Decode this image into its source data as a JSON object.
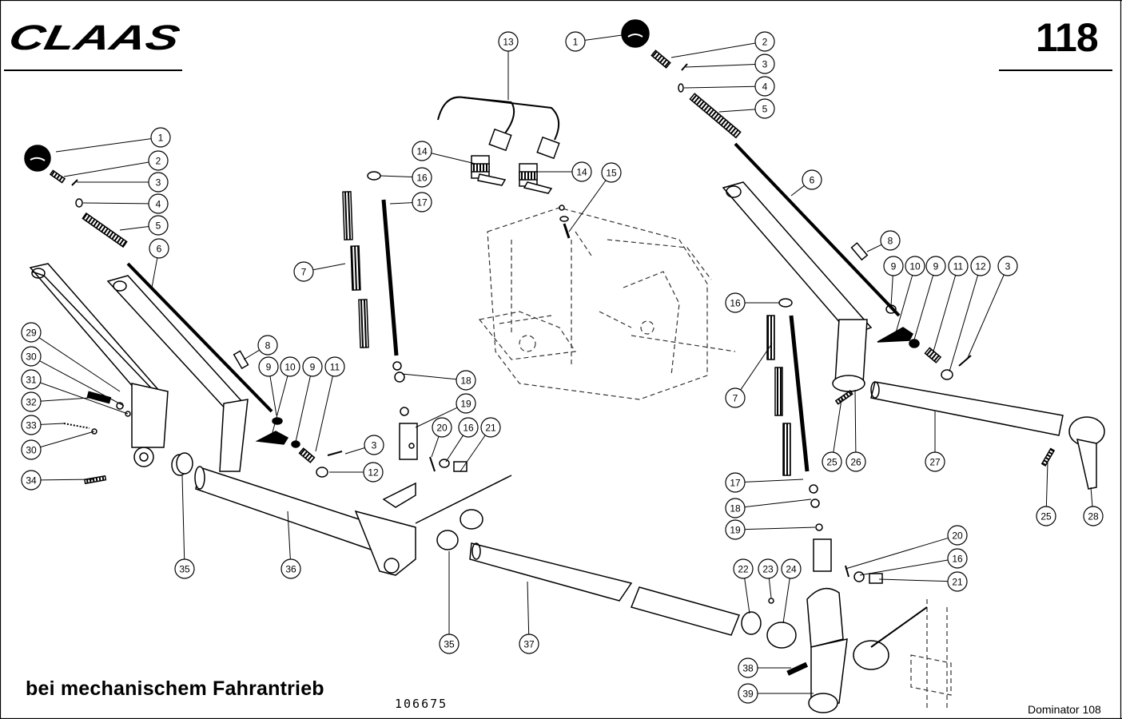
{
  "header": {
    "brand": "CLAAS",
    "page_number": "118"
  },
  "footer": {
    "caption": "bei mechanischem Fahrantrieb",
    "document_number": "106675",
    "model": "Dominator 108"
  },
  "callouts": {
    "left": [
      "1",
      "2",
      "3",
      "4",
      "5",
      "6",
      "7",
      "8",
      "9",
      "10",
      "9",
      "11",
      "3",
      "12",
      "29",
      "30",
      "31",
      "32",
      "33",
      "30",
      "34",
      "35",
      "36"
    ],
    "center": [
      "13",
      "14",
      "14",
      "15",
      "16",
      "17",
      "18",
      "19",
      "20",
      "16",
      "21",
      "35",
      "37"
    ],
    "right": [
      "1",
      "2",
      "3",
      "4",
      "5",
      "6",
      "8",
      "9",
      "10",
      "9",
      "11",
      "12",
      "3",
      "16",
      "7",
      "17",
      "18",
      "19",
      "20",
      "16",
      "21",
      "22",
      "23",
      "24",
      "25",
      "26",
      "27",
      "25",
      "28",
      "38",
      "39"
    ]
  }
}
